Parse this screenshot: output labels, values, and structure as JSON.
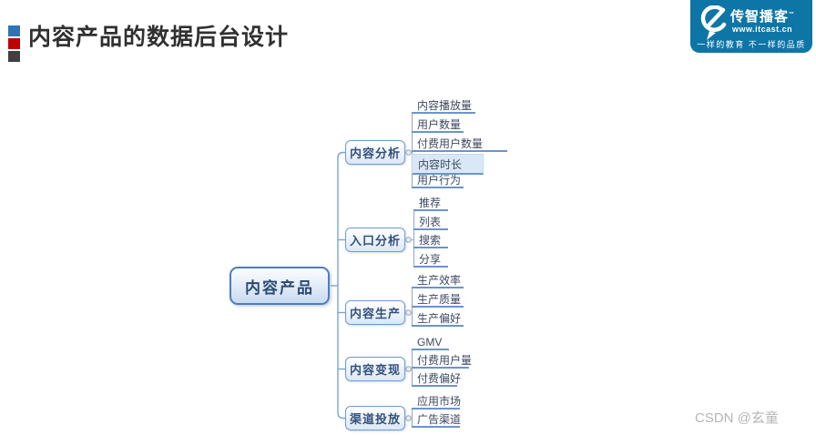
{
  "header": {
    "title": "内容产品的数据后台设计"
  },
  "logo": {
    "brand": "传智播客",
    "tm": "™",
    "url": "www.itcast.cn",
    "slogan": "一样的教育 不一样的品质"
  },
  "watermark": "CSDN @玄童",
  "mindmap": {
    "root": "内容产品",
    "branches": [
      {
        "label": "内容分析",
        "children": [
          {
            "label": "内容播放量"
          },
          {
            "label": "用户数量"
          },
          {
            "label": "付费用户数量"
          },
          {
            "label": "内容时长",
            "highlighted": true
          },
          {
            "label": "用户行为"
          }
        ]
      },
      {
        "label": "入口分析",
        "children": [
          {
            "label": "推荐"
          },
          {
            "label": "列表"
          },
          {
            "label": "搜索"
          },
          {
            "label": "分享"
          }
        ]
      },
      {
        "label": "内容生产",
        "children": [
          {
            "label": "生产效率"
          },
          {
            "label": "生产质量"
          },
          {
            "label": "生产偏好"
          }
        ]
      },
      {
        "label": "内容变现",
        "children": [
          {
            "label": "GMV"
          },
          {
            "label": "付费用户量"
          },
          {
            "label": "付费偏好"
          }
        ]
      },
      {
        "label": "渠道投放",
        "children": [
          {
            "label": "应用市场"
          },
          {
            "label": "广告渠道"
          }
        ]
      }
    ]
  }
}
